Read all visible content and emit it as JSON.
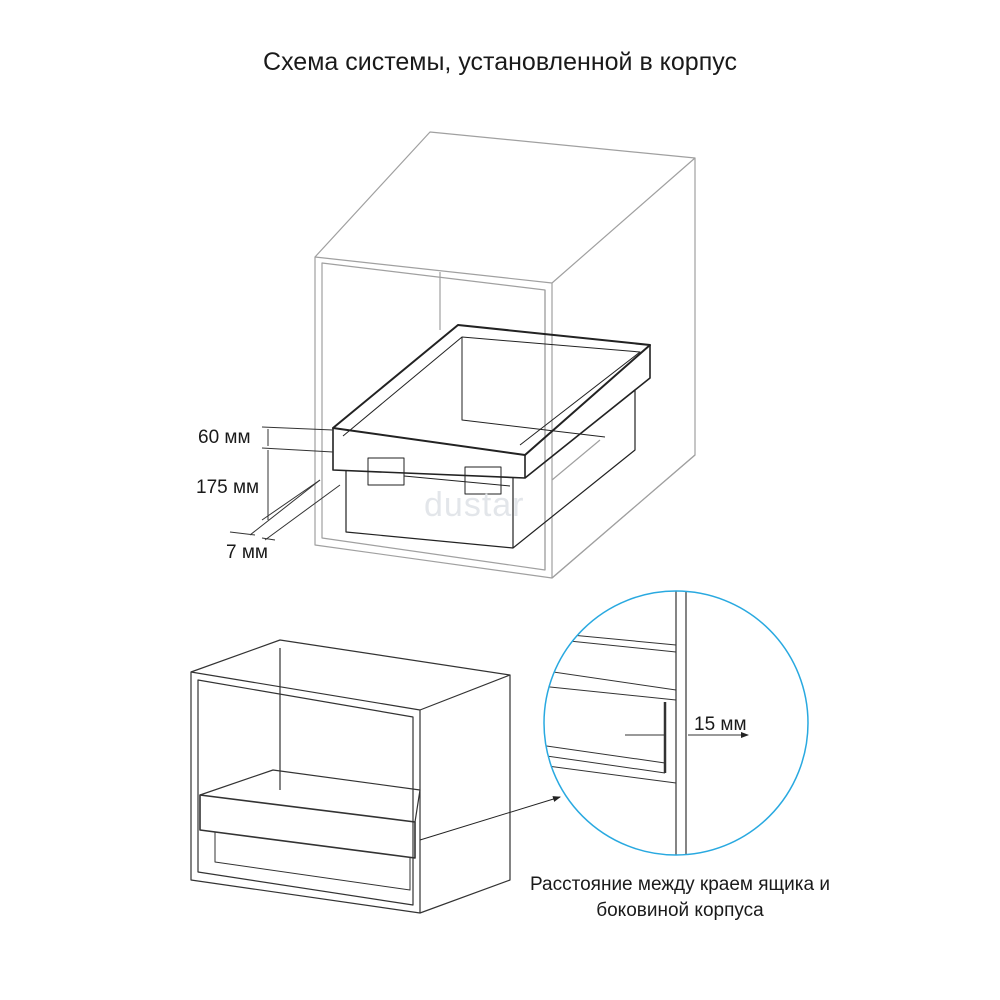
{
  "title": "Схема системы, установленной в корпус",
  "dimensions": {
    "height_top": "60 мм",
    "height_bottom": "175 мм",
    "depth_offset": "7 мм",
    "side_gap": "15 мм"
  },
  "caption": "Расстояние между краем ящика и боковиной корпуса",
  "watermark": "dustar",
  "colors": {
    "line": "#1a1a1a",
    "cabinet": "#9a9a9a",
    "callout_circle": "#29a9e0"
  }
}
